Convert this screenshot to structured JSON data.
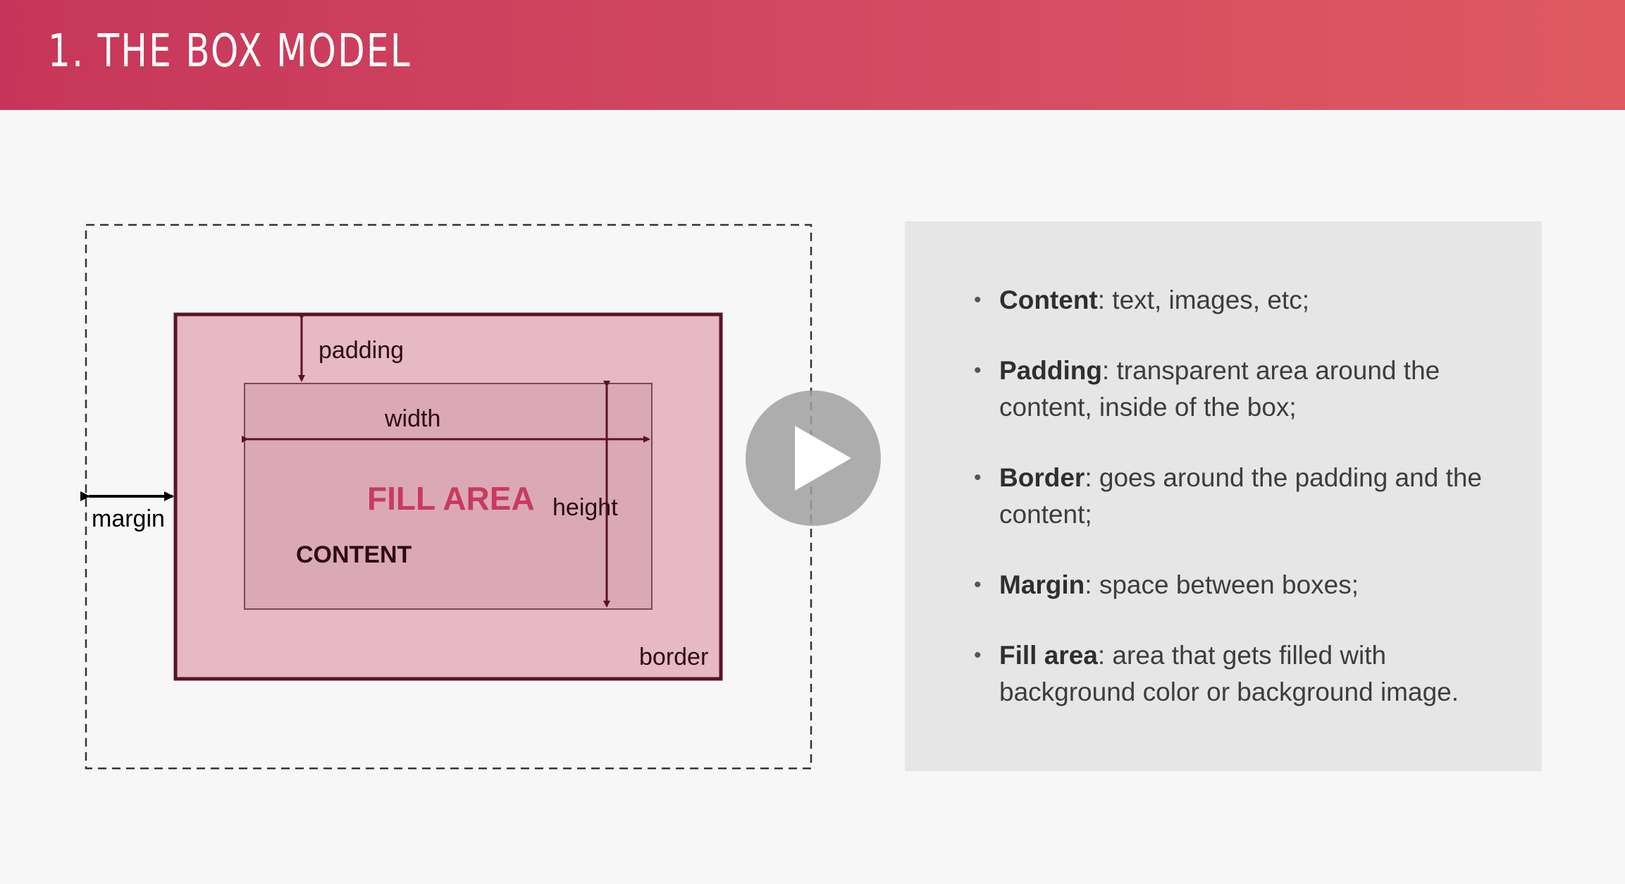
{
  "header": {
    "title": "1. THE BOX MODEL"
  },
  "diagram": {
    "label_padding": "padding",
    "label_width": "width",
    "label_height": "height",
    "label_margin": "margin",
    "label_border": "border",
    "label_fill_area": "FILL AREA",
    "label_content": "CONTENT",
    "colors": {
      "border_area": "#e6b9c4",
      "content_area": "#dba9b6",
      "border_line": "#5a1325",
      "fill_area_text": "#c93a5e"
    }
  },
  "bullets": [
    {
      "term": "Content",
      "text": ": text, images, etc;"
    },
    {
      "term": "Padding",
      "text": ": transparent area around the content, inside of the box;"
    },
    {
      "term": "Border",
      "text": ": goes around the padding and the content;"
    },
    {
      "term": "Margin",
      "text": ": space between boxes;"
    },
    {
      "term": "Fill area",
      "text": ": area that gets filled with background color or background image."
    }
  ],
  "player": {
    "icon": "play-icon"
  }
}
